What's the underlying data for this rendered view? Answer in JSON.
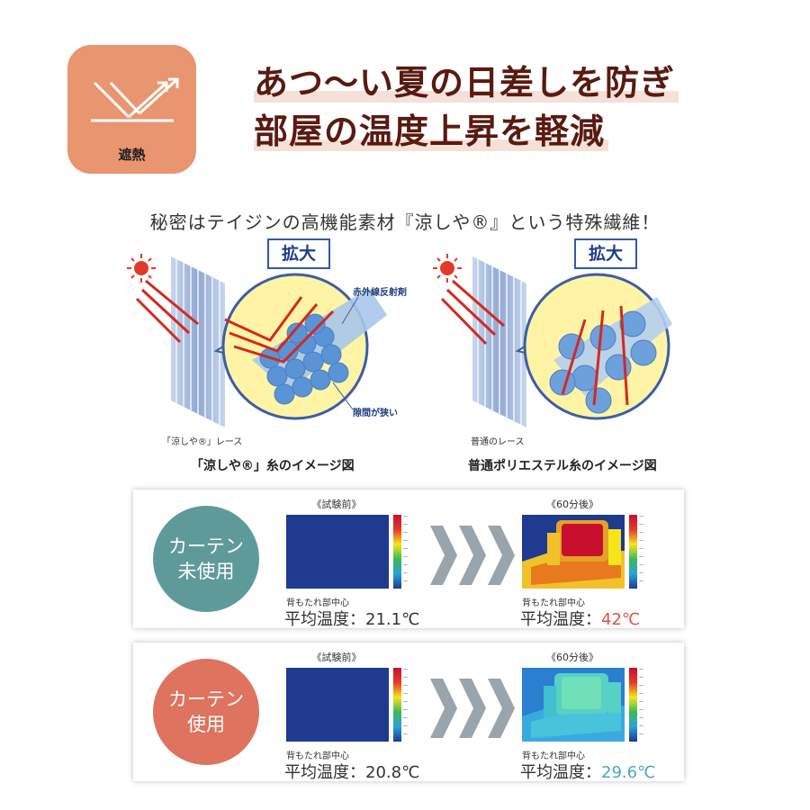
{
  "badge": {
    "label": "遮熱",
    "icon": "heat-reflection-icon",
    "color": "#e9956f"
  },
  "headline": {
    "line1": "あつ〜い夏の日差しを防ぎ",
    "line2": "部屋の温度上昇を軽減"
  },
  "subheading": "秘密はテイジンの高機能素材『涼しや®』という特殊繊維！",
  "diagram_left": {
    "zoom_label": "拡大",
    "fiber_label": "赤外線反射剤",
    "gap_label": "隙間が狭い",
    "lace_label": "「涼しや®」レース",
    "caption": "「涼しや®」糸のイメージ図"
  },
  "diagram_right": {
    "zoom_label": "拡大",
    "lace_label": "普通のレース",
    "caption": "普通ポリエステル糸のイメージ図"
  },
  "panels": [
    {
      "label_line1": "カーテン",
      "label_line2": "未使用",
      "circle_color": "#5f9a9b",
      "before_label": "《試験前》",
      "after_label": "《60分後》",
      "before_spot": "背もたれ部中心",
      "after_spot": "背もたれ部中心",
      "before_avg_prefix": "平均温度：",
      "before_avg_value": "21.1℃",
      "after_avg_prefix": "平均温度：",
      "after_avg_value": "42℃",
      "after_value_color": "#e0533a"
    },
    {
      "label_line1": "カーテン",
      "label_line2": "使用",
      "circle_color": "#de735e",
      "before_label": "《試験前》",
      "after_label": "《60分後》",
      "before_spot": "背もたれ部中心",
      "after_spot": "背もたれ部中心",
      "before_avg_prefix": "平均温度：",
      "before_avg_value": "20.8℃",
      "after_avg_prefix": "平均温度：",
      "after_avg_value": "29.6℃",
      "after_value_color": "#4ba6c8"
    }
  ]
}
